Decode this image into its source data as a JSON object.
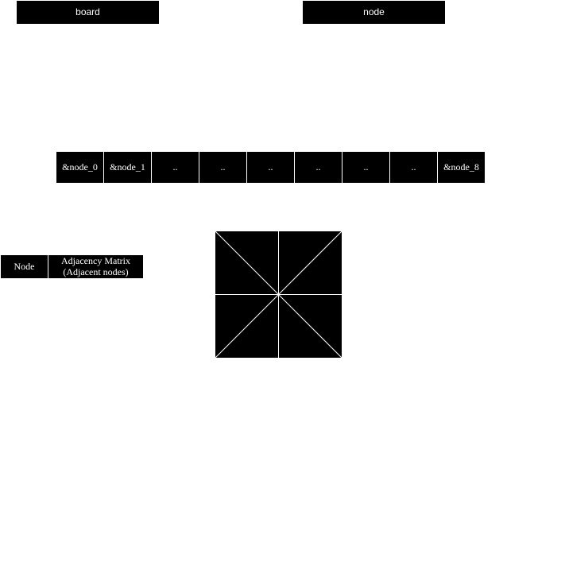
{
  "labels": {
    "board": "board",
    "node": "node"
  },
  "array_cells": [
    "&node_0",
    "&node_1",
    "..",
    "..",
    "..",
    "..",
    "..",
    "..",
    "&node_8"
  ],
  "legend": {
    "node_label": "Node",
    "adjacency_label_line1": "Adjacency Matrix",
    "adjacency_label_line2": "(Adjacent nodes)"
  },
  "colors": {
    "box_fill": "#000000",
    "text": "#ffffff",
    "background": "#ffffff"
  }
}
